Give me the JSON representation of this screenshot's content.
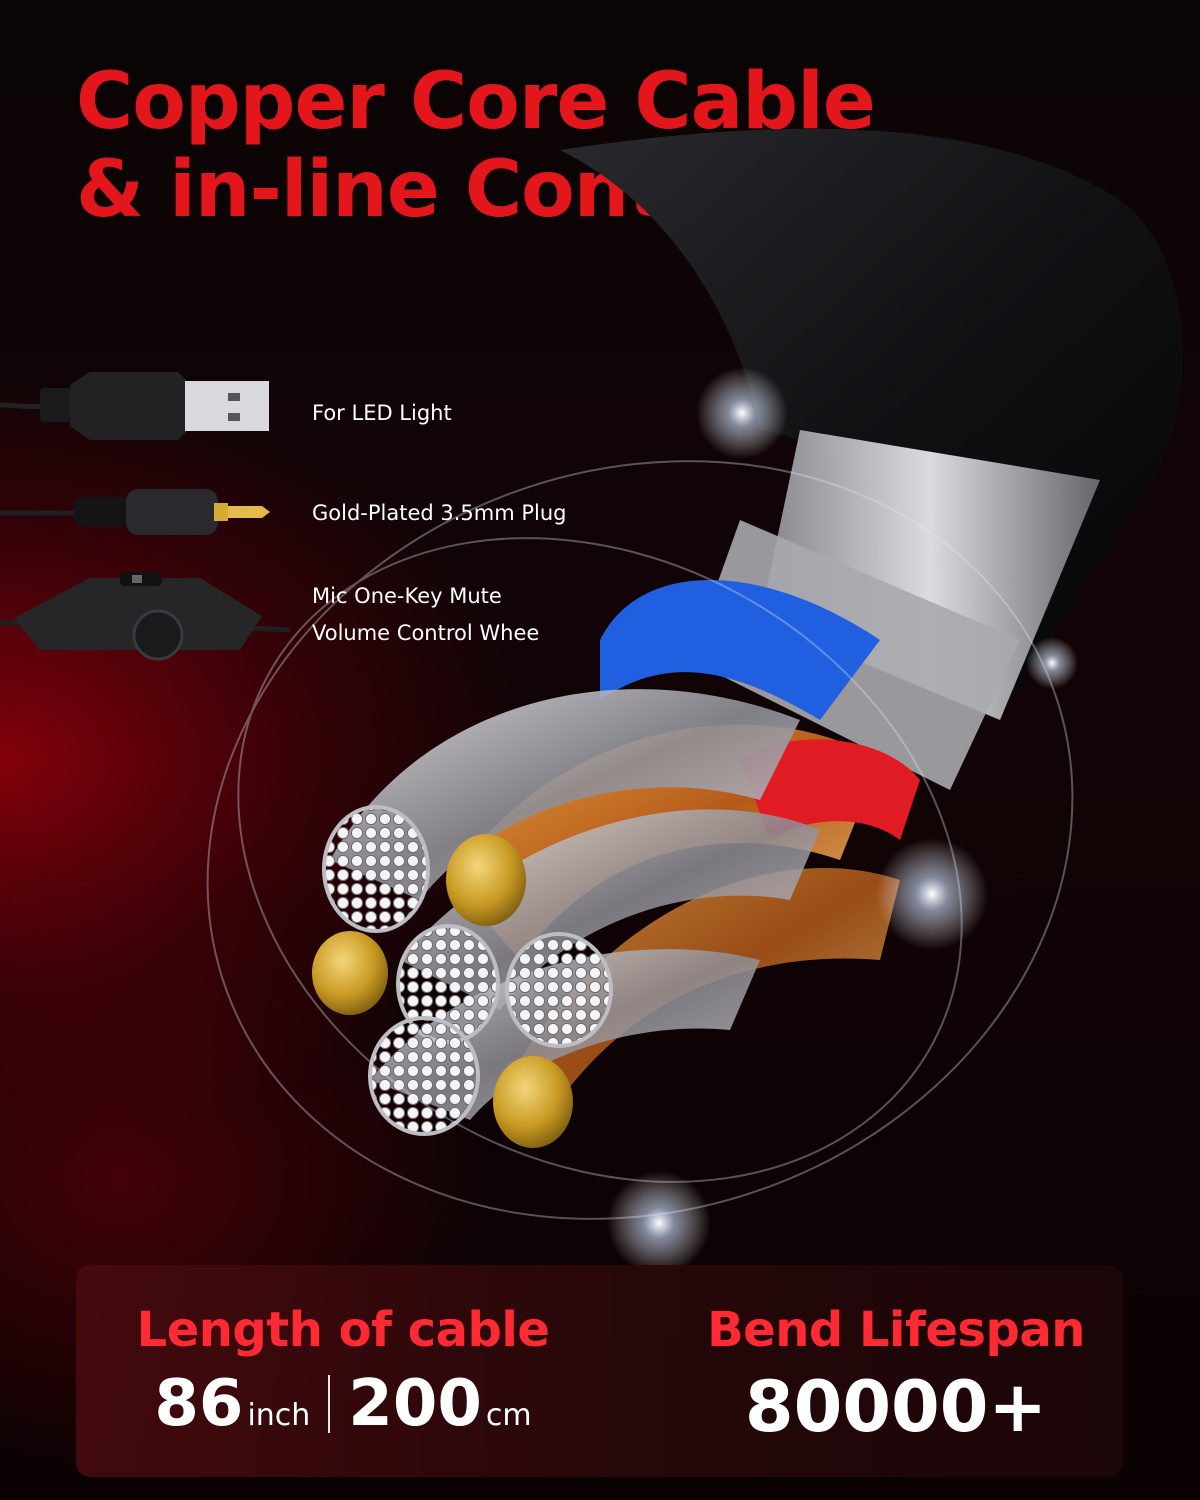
{
  "title": {
    "line1": "Copper Core Cable",
    "line2": "& in-line Controls"
  },
  "features": [
    {
      "label": "For LED Light",
      "icon": "usb-plug-icon"
    },
    {
      "label": "Gold-Plated 3.5mm Plug",
      "icon": "audio-jack-icon"
    },
    {
      "label_line1": "Mic One-Key Mute",
      "label_line2": "Volume Control Whee",
      "icon": "inline-control-icon"
    }
  ],
  "stats": {
    "length": {
      "label": "Length of cable",
      "value_inch": "86",
      "unit_inch": "inch",
      "value_cm": "200",
      "unit_cm": "cm"
    },
    "bend": {
      "label": "Bend Lifespan",
      "value": "80000+"
    }
  },
  "colors": {
    "accent_red": "#e3161c",
    "stat_red": "#ff2a33",
    "gold": "#d4a934",
    "silver": "#c9c9cc",
    "blue": "#1f5fe0"
  }
}
